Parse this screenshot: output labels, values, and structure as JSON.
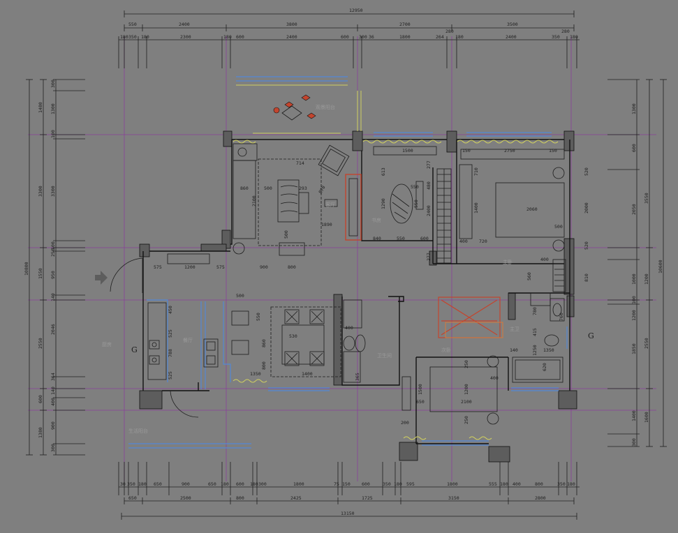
{
  "colors": {
    "background": "#7f7f7f",
    "axis": "#8a3f9a",
    "window": "#5a86c8",
    "accent_red": "#c3452e",
    "accent_orange": "#d77a3a",
    "yellow_trim": "#cfcf60"
  },
  "dimensions": {
    "top_total": "12950",
    "top_row1": [
      "550",
      "2400",
      "3800",
      "2700",
      "3500"
    ],
    "top_row2": [
      "180",
      "350",
      "180",
      "2300",
      "180",
      "600",
      "2400",
      "600",
      "300",
      "36",
      "1800",
      "264",
      "280",
      "180",
      "2400",
      "350",
      "280",
      "180"
    ],
    "bottom_total": "13150",
    "bottom_row1": [
      "30",
      "350",
      "180",
      "650",
      "900",
      "650",
      "180",
      "600",
      "180",
      "300",
      "1800",
      "75",
      "150",
      "600",
      "350",
      "180",
      "595",
      "1800",
      "555",
      "180",
      "400",
      "800",
      "350",
      "180"
    ],
    "bottom_row2": [
      "650",
      "2500",
      "800",
      "2425",
      "1725",
      "3150",
      "2800"
    ],
    "left_total": "10800",
    "left_col1": [
      "1480",
      "3300",
      "1550",
      "2550",
      "600",
      "1380"
    ],
    "left_col2": [
      "300",
      "1300",
      "100",
      "3300",
      "250",
      "100",
      "950",
      "140",
      "2046",
      "364",
      "140",
      "400",
      "900",
      "300"
    ],
    "right_total": "10600",
    "right_col1": [
      "3550",
      "1200",
      "2550",
      "1600"
    ],
    "right_col2": [
      "1300",
      "600",
      "2050",
      "1000",
      "1200",
      "100",
      "1850",
      "1400",
      "300"
    ]
  },
  "labels": {
    "living_width_850": "860",
    "sofa_500": "500",
    "table_293": "293",
    "dim_2100": "2100",
    "dim_1890": "1890",
    "dim_500": "500",
    "dim_714": "714",
    "dim_870": "870",
    "tv_575a": "575",
    "tv_1200": "1200",
    "tv_575b": "575",
    "coffee_900": "900",
    "coffee_800": "800",
    "study_1500": "1500",
    "study_613": "613",
    "study_1290": "1290",
    "study_550a": "550",
    "study_550b": "550",
    "study_840": "840",
    "study_600": "600",
    "study_480": "480",
    "study_2400": "2400",
    "study_277a": "277",
    "study_277b": "277",
    "master_150a": "150",
    "master_2750": "2750",
    "master_150b": "150",
    "master_710": "710",
    "master_1400": "1400",
    "master_2060": "2060",
    "master_500": "500",
    "master_400": "400",
    "master_720": "720",
    "master_520a": "520",
    "master_520b": "520",
    "master_2000": "2000",
    "master_810": "810",
    "mbath_400": "400",
    "mbath_560": "560",
    "mbath_780": "780",
    "mbath_415": "415",
    "mbath_1250": "1250",
    "mbath_760": "760",
    "mbath_140": "140",
    "mbath_620": "620",
    "mbath_1350": "1350",
    "kitchen_450": "450",
    "kitchen_525a": "525",
    "kitchen_788": "788",
    "kitchen_525b": "525",
    "dining_500": "500",
    "dining_550": "550",
    "dining_530": "530",
    "dining_860": "860",
    "dining_800": "800",
    "dining_1350": "1350",
    "dining_1400": "1400",
    "bath_400": "400",
    "bath_365": "365",
    "bed2_1200": "1200",
    "bed2_2100": "2100",
    "bed2_1500": "1500",
    "bed2_650": "650",
    "bed2_250a": "250",
    "bed2_250b": "250",
    "bed2_400": "400",
    "bed2_200": "200",
    "kitchen_room": "厨房",
    "living_room": "客厅",
    "study_room": "书房",
    "dining_room": "餐厅",
    "bath_room": "卫生间",
    "master_room": "主卧",
    "master_bath_room": "主卫",
    "bedroom2": "次卧",
    "balcony_top": "观景阳台",
    "balcony_kitchen": "生活阳台",
    "marker_left": "G",
    "marker_right": "G",
    "entry": "入口"
  }
}
